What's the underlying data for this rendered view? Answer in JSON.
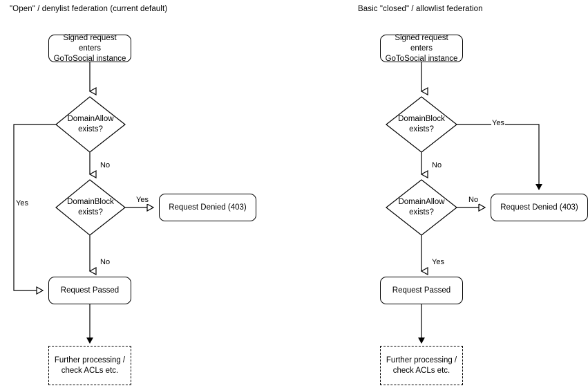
{
  "diagram": {
    "type": "flowchart",
    "title_left": "\"Open\" / denylist federation (current default)",
    "title_right": "Basic \"closed\" / allowlist federation",
    "stroke_color": "#000000",
    "fill_color": "#ffffff",
    "panels": [
      {
        "id": "left",
        "title": "\"Open\" / denylist federation (current default)",
        "nodes": {
          "start": "Signed request enters\nGoToSocial instance",
          "start_line1": "Signed request enters",
          "start_line2": "GoToSocial instance",
          "decision1_line1": "DomainAllow",
          "decision1_line2": "exists?",
          "decision2_line1": "DomainBlock",
          "decision2_line2": "exists?",
          "denied": "Request Denied (403)",
          "passed": "Request Passed",
          "further_line1": "Further processing /",
          "further_line2": "check ACLs etc."
        },
        "edges": [
          {
            "from": "start",
            "to": "decision1",
            "label": ""
          },
          {
            "from": "decision1",
            "to": "passed",
            "label": "Yes"
          },
          {
            "from": "decision1",
            "to": "decision2",
            "label": "No"
          },
          {
            "from": "decision2",
            "to": "denied",
            "label": "Yes"
          },
          {
            "from": "decision2",
            "to": "passed",
            "label": "No"
          },
          {
            "from": "passed",
            "to": "further",
            "label": ""
          }
        ],
        "labels": {
          "allow_yes": "Yes",
          "allow_no": "No",
          "block_yes": "Yes",
          "block_no": "No"
        }
      },
      {
        "id": "right",
        "title": "Basic \"closed\" / allowlist federation",
        "nodes": {
          "start_line1": "Signed request enters",
          "start_line2": "GoToSocial instance",
          "decision1_line1": "DomainBlock",
          "decision1_line2": "exists?",
          "decision2_line1": "DomainAllow",
          "decision2_line2": "exists?",
          "denied": "Request Denied (403)",
          "passed": "Request Passed",
          "further_line1": "Further processing /",
          "further_line2": "check ACLs etc."
        },
        "edges": [
          {
            "from": "start",
            "to": "decision1",
            "label": ""
          },
          {
            "from": "decision1",
            "to": "denied",
            "label": "Yes"
          },
          {
            "from": "decision1",
            "to": "decision2",
            "label": "No"
          },
          {
            "from": "decision2",
            "to": "denied",
            "label": "No"
          },
          {
            "from": "decision2",
            "to": "passed",
            "label": "Yes"
          },
          {
            "from": "passed",
            "to": "further",
            "label": ""
          }
        ],
        "labels": {
          "block_yes": "Yes",
          "block_no": "No",
          "allow_no": "No",
          "allow_yes": "Yes"
        }
      }
    ]
  }
}
